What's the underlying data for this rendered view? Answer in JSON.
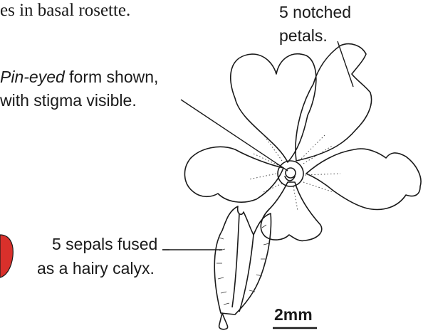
{
  "top_fragment": "es in basal rosette.",
  "labels": {
    "petals_line1": "5 notched",
    "petals_line2": "petals.",
    "pin_eyed_italic": "Pin-eyed",
    "pin_eyed_rest": " form shown,",
    "stigma_line": "with stigma visible.",
    "sepals_line1": "5 sepals fused",
    "sepals_line2": "as a hairy calyx.",
    "scale": "2mm"
  },
  "colors": {
    "ink": "#1a1a1a",
    "accent_fragment": "#d9302b"
  }
}
